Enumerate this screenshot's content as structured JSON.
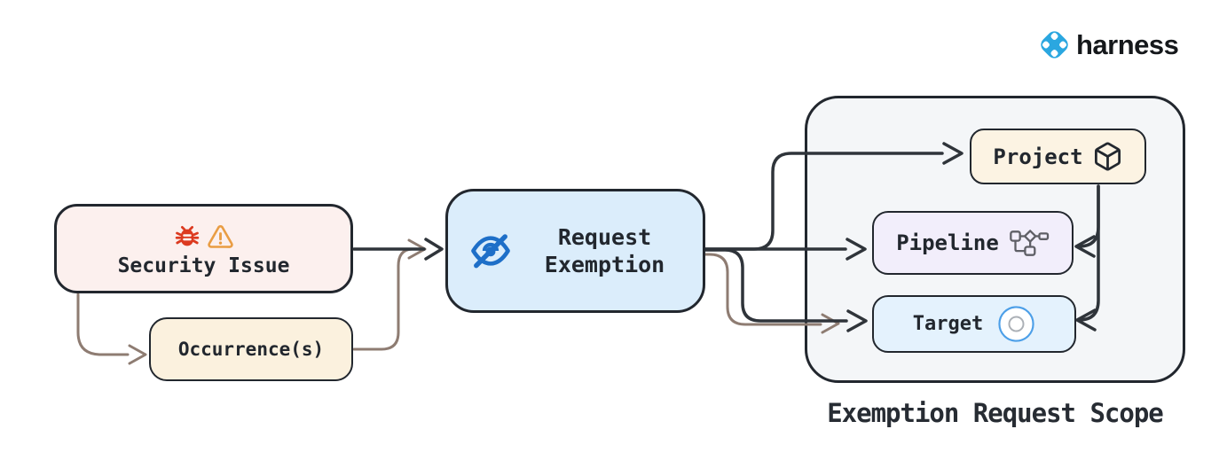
{
  "brand": {
    "name": "harness"
  },
  "diagram": {
    "nodes": {
      "security_issue": {
        "label": "Security Issue",
        "icons": [
          "bug-icon",
          "warning-icon"
        ]
      },
      "occurrences": {
        "label": "Occurrence(s)"
      },
      "request_exemption": {
        "label": "Request Exemption",
        "icon": "eye-off-icon"
      },
      "project": {
        "label": "Project",
        "icon": "package-icon"
      },
      "pipeline": {
        "label": "Pipeline",
        "icon": "pipeline-graph-icon"
      },
      "target": {
        "label": "Target",
        "icon": "target-icon"
      }
    },
    "scope_label": "Exemption Request Scope",
    "edges": [
      "security-issue -> request-exemption",
      "security-issue -> occurrences",
      "occurrences -> request-exemption",
      "request-exemption -> project",
      "request-exemption -> pipeline",
      "request-exemption -> target",
      "occurrences -> target",
      "project -> pipeline",
      "project -> target"
    ],
    "colors": {
      "harness_blue": "#2ba7e0",
      "node_border": "#22272e",
      "arrow_dark": "#2f343a",
      "arrow_brown": "#8e7c72",
      "security_bg": "#fcf0ee",
      "occurrence_bg": "#fbf1de",
      "request_bg": "#dbedfb",
      "scope_bg": "#f4f6f8",
      "project_bg": "#fcf3e3",
      "pipeline_bg": "#f2eefb",
      "target_bg": "#e4f2fd",
      "bug_red": "#dc3a20",
      "warning_orange": "#e99d44",
      "eye_blue": "#1e6fc8",
      "target_ring_blue": "#4c9fe8"
    }
  }
}
